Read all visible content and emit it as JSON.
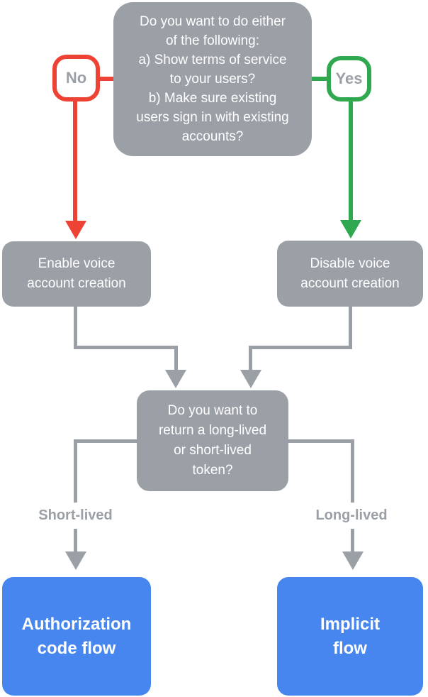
{
  "colors": {
    "node_gray": "#9AA0A6",
    "node_blue": "#4786EE",
    "branch_no_red": "#EE4234",
    "branch_yes_green": "#2FA84F",
    "connector_gray": "#9AA0A6",
    "edge_label_text": "#9AA0A6",
    "node_text": "#FFFFFF"
  },
  "nodes": {
    "question_signin": "Do you want to do either\nof the following:\na) Show terms of service\nto your users?\nb) Make sure existing\nusers sign in with existing\naccounts?",
    "enable_voice": "Enable voice\naccount creation",
    "disable_voice": "Disable voice\naccount creation",
    "question_token": "Do you want to\nreturn a long-lived\nor short-lived\ntoken?",
    "authorization_code_flow": "Authorization\ncode flow",
    "implicit_flow": "Implicit\nflow"
  },
  "edge_labels": {
    "no": "No",
    "yes": "Yes",
    "short_lived": "Short-lived",
    "long_lived": "Long-lived"
  }
}
